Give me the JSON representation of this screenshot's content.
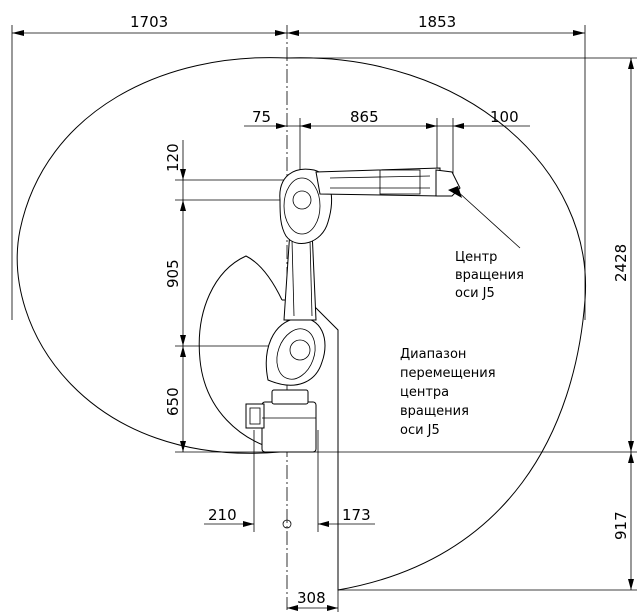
{
  "dimensions": {
    "reach_left": "1703",
    "reach_right": "1853",
    "offset_75": "75",
    "arm_865": "865",
    "flange_100": "100",
    "vertical_120": "120",
    "vertical_905": "905",
    "vertical_650": "650",
    "height_2428": "2428",
    "depth_917": "917",
    "base_210": "210",
    "base_173": "173",
    "base_308": "308"
  },
  "labels": {
    "j5_center": [
      "Центр",
      "вращения",
      "оси J5"
    ],
    "motion_range": [
      "Диапазон",
      "перемещения",
      "центра",
      "вращения",
      "оси J5"
    ]
  }
}
